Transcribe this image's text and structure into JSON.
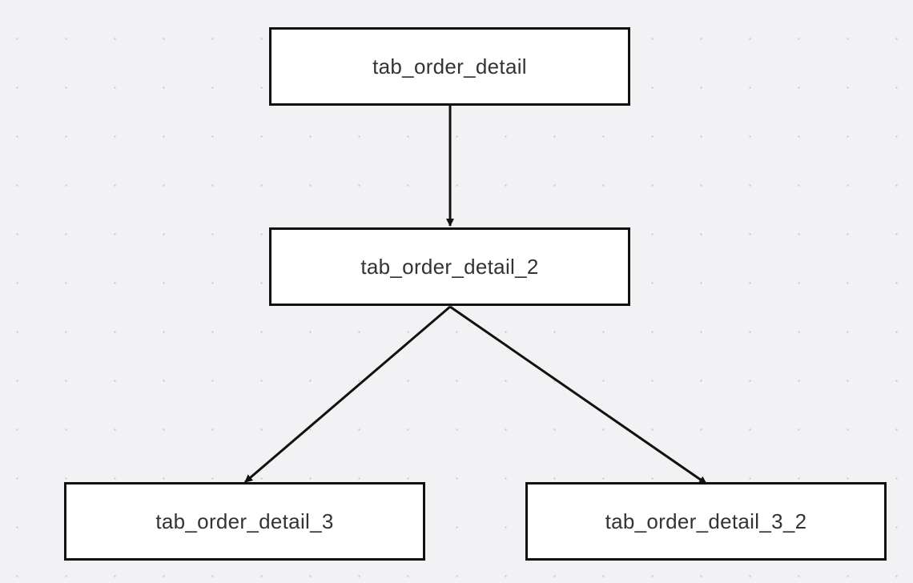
{
  "diagram": {
    "nodes": [
      {
        "id": "a",
        "label": "tab_order_detail"
      },
      {
        "id": "b",
        "label": "tab_order_detail_2"
      },
      {
        "id": "c",
        "label": "tab_order_detail_3"
      },
      {
        "id": "d",
        "label": "tab_order_detail_3_2"
      }
    ],
    "edges": [
      {
        "from": "tab_order_detail",
        "to": "tab_order_detail_2"
      },
      {
        "from": "tab_order_detail_2",
        "to": "tab_order_detail_3"
      },
      {
        "from": "tab_order_detail_2",
        "to": "tab_order_detail_3_2"
      }
    ]
  },
  "colors": {
    "background": "#f2f2f4",
    "grid_dot": "#c9c9cc",
    "node_fill": "#ffffff",
    "stroke": "#111111",
    "text": "#333333"
  }
}
